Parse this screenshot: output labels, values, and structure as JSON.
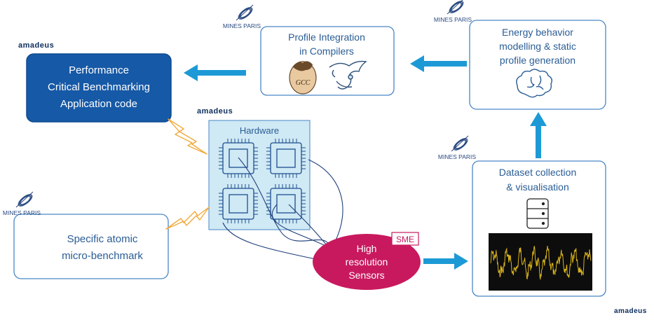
{
  "boxes": {
    "performance": [
      "Performance",
      "Critical Benchmarking",
      "Application code"
    ],
    "profile": [
      "Profile Integration",
      "in Compilers"
    ],
    "energy": [
      "Energy behavior",
      "modelling & static",
      "profile generation"
    ],
    "hardware": "Hardware",
    "dataset": [
      "Dataset collection",
      "& visualisation"
    ],
    "micro": [
      "Specific atomic",
      "micro-benchmark"
    ],
    "sensors": [
      "High",
      "resolution",
      "Sensors"
    ]
  },
  "badges": {
    "sme": "SME",
    "gcc": "GCC"
  },
  "logos": {
    "amadeus": "amadeus",
    "mines": "MINES PARIS"
  },
  "colors": {
    "dark_blue": "#1659a6",
    "box_border": "#4a86c5",
    "arrow": "#1d9ad6",
    "sensor": "#c8195f",
    "hardware_bg": "#cfe9f5",
    "lightning": "#f2a93b"
  },
  "icons": [
    "gcc-logo-icon",
    "dragon-icon",
    "brain-icon",
    "database-icon",
    "signal-plot-icon",
    "chip-icon",
    "lightning-icon",
    "mines-paris-logo-icon"
  ]
}
